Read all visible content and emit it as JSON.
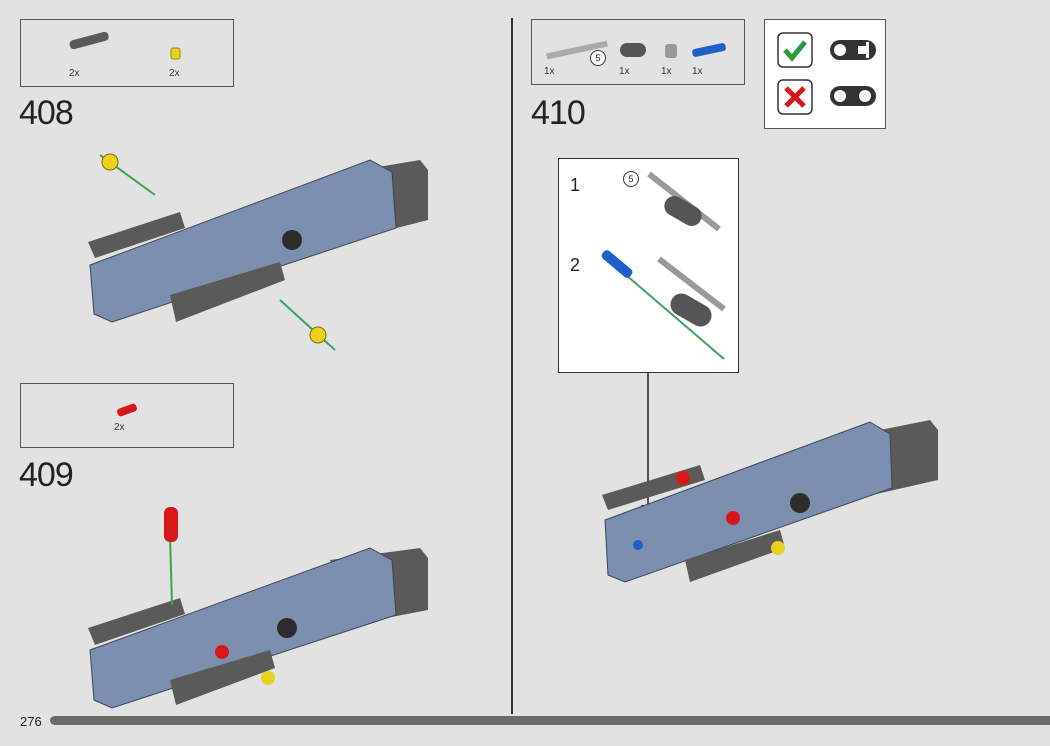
{
  "page_number": "276",
  "steps": [
    {
      "number": "408",
      "parts": [
        {
          "qty": "2x",
          "part": "dark-gray-liftarm"
        },
        {
          "qty": "2x",
          "part": "yellow-bushing"
        }
      ]
    },
    {
      "number": "409",
      "parts": [
        {
          "qty": "2x",
          "part": "red-pin"
        }
      ]
    },
    {
      "number": "410",
      "parts": [
        {
          "qty": "1x",
          "part": "gray-axle",
          "length": "5"
        },
        {
          "qty": "1x",
          "part": "dark-gray-liftarm-2"
        },
        {
          "qty": "1x",
          "part": "gray-bushing"
        },
        {
          "qty": "1x",
          "part": "blue-axle-pin"
        }
      ],
      "callout": {
        "substeps": [
          "1",
          "2"
        ],
        "axle_length": "5"
      }
    }
  ],
  "orientation_check": {
    "correct": "check-icon",
    "incorrect": "cross-icon"
  },
  "colors": {
    "background": "#e2e2e2",
    "blue_beam": "#7d8fae",
    "dark_gray": "#5a5a5a",
    "yellow": "#e8d21c",
    "red": "#d81818",
    "blue": "#1f5fc8",
    "green_arrow": "#3aa35a",
    "progress": "#6b6b67"
  }
}
